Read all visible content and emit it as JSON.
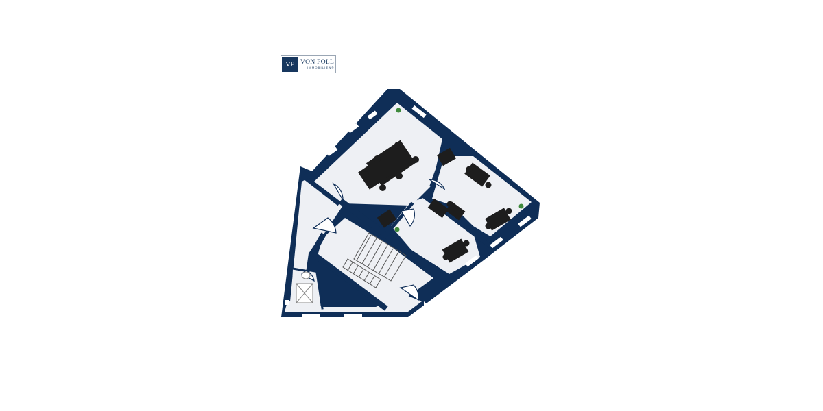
{
  "logo": {
    "mark": "VP",
    "name": "VON POLL",
    "subtitle": "IMMOBILIEN®"
  },
  "colors": {
    "wall": "#0f2e57",
    "floor": "#eef0f4",
    "furniture": "#1d1d1d",
    "plant": "#3f8a3c",
    "door": "#0f2e57"
  },
  "icons": [
    "plant-icon",
    "desk-icon",
    "chair-icon",
    "door-swing-icon",
    "stairs-icon"
  ]
}
